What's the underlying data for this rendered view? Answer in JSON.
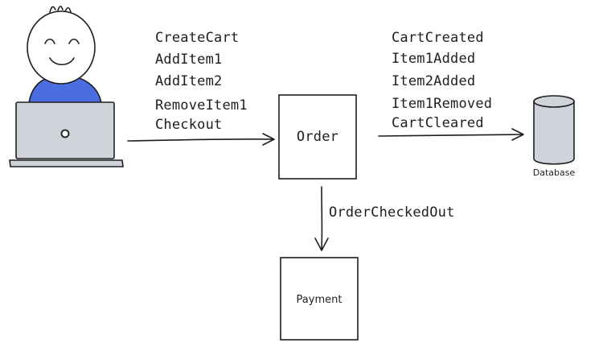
{
  "commands": [
    "CreateCart",
    "AddItem1",
    "AddItem2",
    "RemoveItem1",
    "Checkout"
  ],
  "events": [
    "CartCreated",
    "Item1Added",
    "Item2Added",
    "Item1Removed",
    "CartCleared"
  ],
  "order_label": "Order",
  "checkout_event": "OrderCheckedOut",
  "payment_label": "Payment",
  "database_label": "Database",
  "colors": {
    "shirt": "#4a6ee0",
    "laptop": "#ced4da",
    "database": "#ced4da",
    "ink": "#1e1e1e"
  }
}
